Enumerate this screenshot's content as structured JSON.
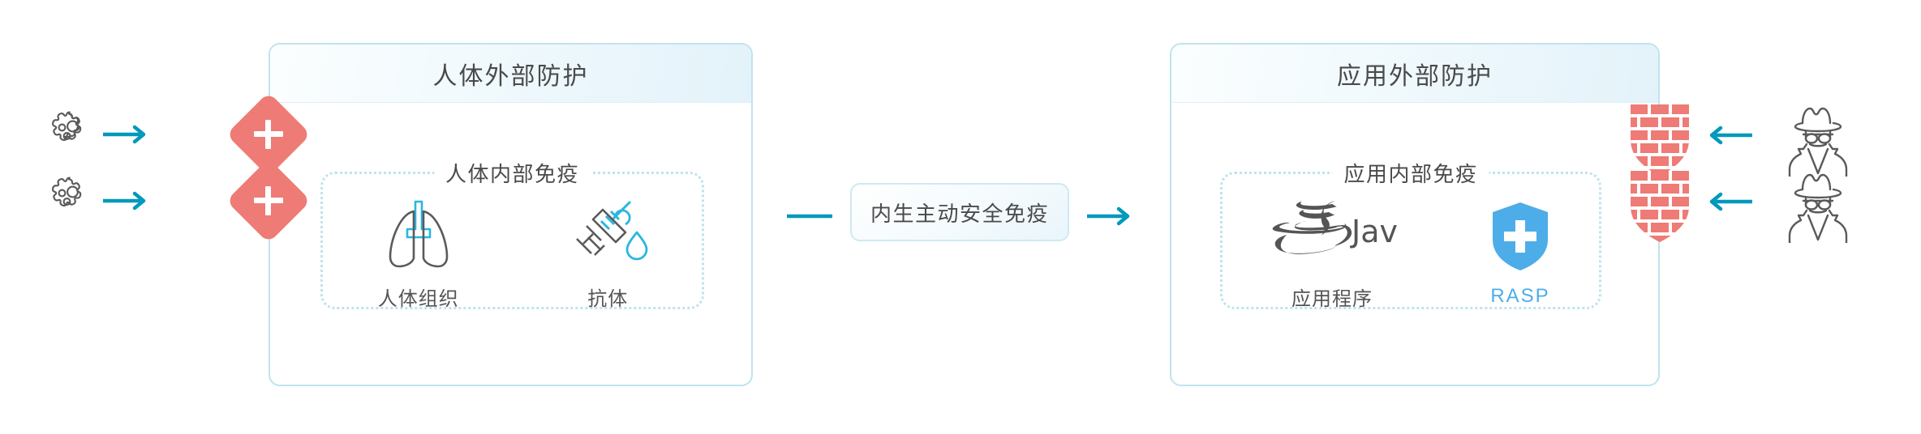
{
  "diagram": {
    "title_hidden": "",
    "colors": {
      "accent_teal": "#0099bb",
      "panel_border": "#bfe3ef",
      "danger_red": "#ee7b75",
      "shield_blue": "#4dade9",
      "text_dark": "#4a4a4a"
    }
  },
  "left_panel": {
    "header_title": "人体外部防护",
    "inner": {
      "title": "人体内部免疫",
      "items": [
        {
          "icon": "lungs-icon",
          "label": "人体组织"
        },
        {
          "icon": "syringe-icon",
          "label": "抗体"
        }
      ]
    },
    "threats": [
      {
        "icon": "virus-icon",
        "arrow": "arrow-right-icon",
        "barrier": "red-diamond-plus-icon"
      },
      {
        "icon": "virus-icon",
        "arrow": "arrow-right-icon",
        "barrier": "red-diamond-plus-icon"
      }
    ]
  },
  "center": {
    "left_connector": "line-icon",
    "label": "内生主动安全免疫",
    "right_connector": "arrow-right-icon"
  },
  "right_panel": {
    "header_title": "应用外部防护",
    "inner": {
      "title": "应用内部免疫",
      "items": [
        {
          "icon": "java-logo-icon",
          "label": "应用程序"
        },
        {
          "icon": "shield-plus-icon",
          "label": "RASP"
        }
      ]
    },
    "threats": [
      {
        "icon": "hacker-icon",
        "arrow": "arrow-left-icon",
        "barrier": "firewall-brick-shield-icon"
      },
      {
        "icon": "hacker-icon",
        "arrow": "arrow-left-icon",
        "barrier": "firewall-brick-shield-icon"
      }
    ]
  }
}
